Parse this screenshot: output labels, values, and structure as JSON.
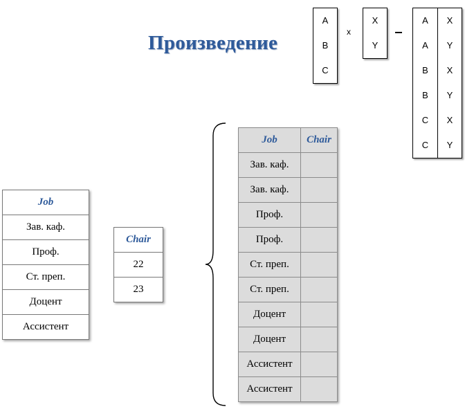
{
  "title": "Произведение",
  "mini": {
    "left": [
      "A",
      "B",
      "C"
    ],
    "times": "x",
    "right": [
      "X",
      "Y"
    ],
    "equals": "=",
    "result_left": [
      "A",
      "A",
      "B",
      "B",
      "C",
      "C"
    ],
    "result_right": [
      "X",
      "Y",
      "X",
      "Y",
      "X",
      "Y"
    ]
  },
  "job_table": {
    "header": "Job",
    "rows": [
      "Зав. каф.",
      "Проф.",
      "Ст. преп.",
      "Доцент",
      "Ассистент"
    ]
  },
  "chair_table": {
    "header": "Chair",
    "rows": [
      "22",
      "23"
    ]
  },
  "product_table": {
    "headers": [
      "Job",
      "Chair"
    ],
    "rows": [
      [
        "Зав. каф.",
        ""
      ],
      [
        "Зав. каф.",
        ""
      ],
      [
        "Проф.",
        ""
      ],
      [
        "Проф.",
        ""
      ],
      [
        "Ст. преп.",
        ""
      ],
      [
        "Ст. преп.",
        ""
      ],
      [
        "Доцент",
        ""
      ],
      [
        "Доцент",
        ""
      ],
      [
        "Ассистент",
        ""
      ],
      [
        "Ассистент",
        ""
      ]
    ]
  }
}
